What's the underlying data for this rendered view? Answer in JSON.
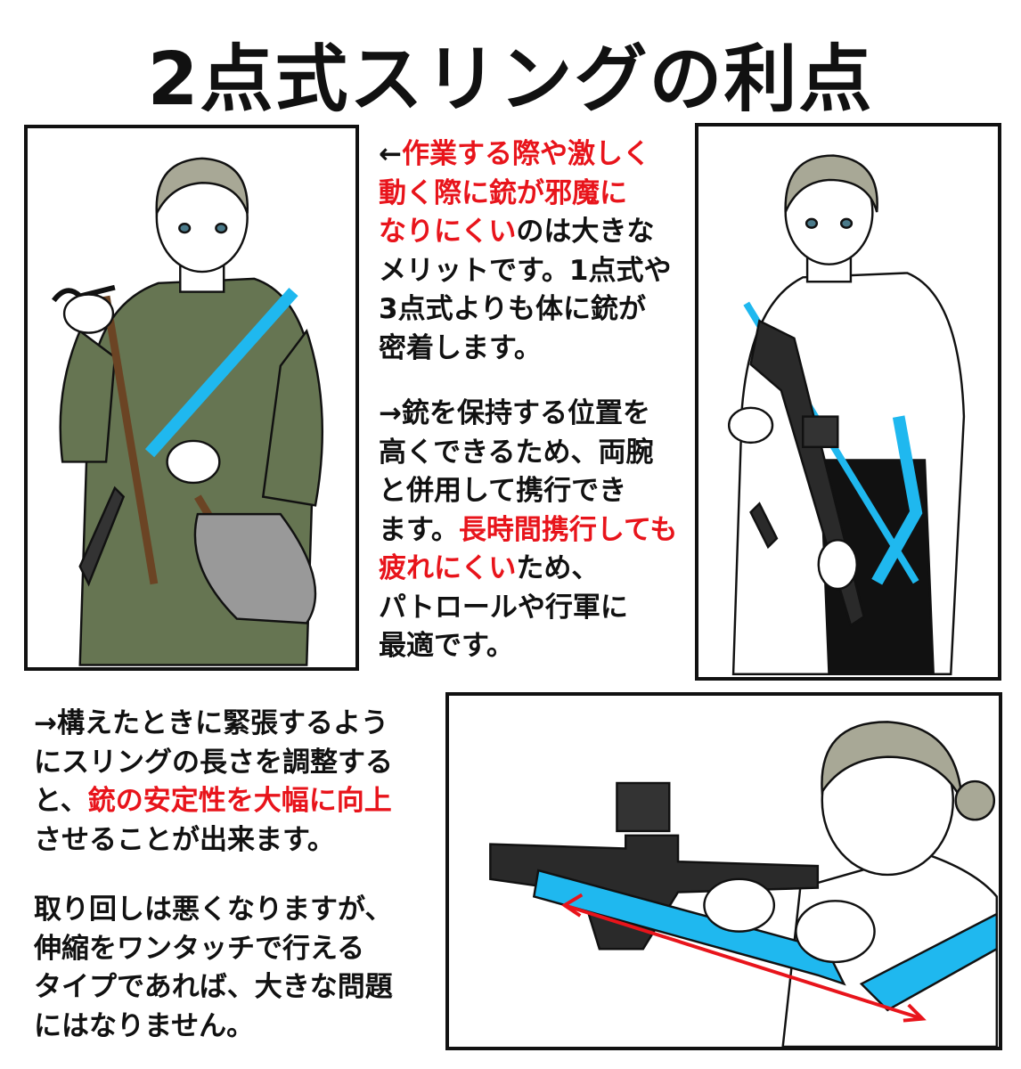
{
  "title": "2点式スリングの利点",
  "colors": {
    "accent_red": "#e8141b",
    "sling_blue": "#1fb8ef",
    "uniform_green": "#667552",
    "text": "#111111"
  },
  "blocks": [
    {
      "name": "text-block-work",
      "lines": [
        [
          {
            "t": "←"
          },
          {
            "t": "作業する際や激しく",
            "red": true
          }
        ],
        [
          {
            "t": "動く際に銃が邪魔に",
            "red": true
          }
        ],
        [
          {
            "t": "なりにくい",
            "red": true
          },
          {
            "t": "のは大きな"
          }
        ],
        [
          {
            "t": "メリットです。1点式や"
          }
        ],
        [
          {
            "t": "3点式よりも体に銃が"
          }
        ],
        [
          {
            "t": "密着します。"
          }
        ]
      ]
    },
    {
      "name": "text-block-carry",
      "lines": [
        [
          {
            "t": "→銃を保持する位置を"
          }
        ],
        [
          {
            "t": "高くできるため、両腕"
          }
        ],
        [
          {
            "t": "と併用して携行でき"
          }
        ],
        [
          {
            "t": "ます。"
          },
          {
            "t": "長時間携行しても",
            "red": true
          }
        ],
        [
          {
            "t": "疲れにくい",
            "red": true
          },
          {
            "t": "ため、"
          }
        ],
        [
          {
            "t": "パトロールや行軍に"
          }
        ],
        [
          {
            "t": "最適です。"
          }
        ]
      ]
    },
    {
      "name": "text-block-stability",
      "lines": [
        [
          {
            "t": "→構えたときに緊張するよう"
          }
        ],
        [
          {
            "t": "にスリングの長さを調整する"
          }
        ],
        [
          {
            "t": "と、"
          },
          {
            "t": "銃の安定性を大幅に向上",
            "red": true
          }
        ],
        [
          {
            "t": "させることが出来ます。"
          }
        ]
      ]
    },
    {
      "name": "text-block-handling",
      "lines": [
        [
          {
            "t": "取り回しは悪くなりますが、"
          }
        ],
        [
          {
            "t": "伸縮をワンタッチで行える"
          }
        ],
        [
          {
            "t": "タイプであれば、大きな問題"
          }
        ],
        [
          {
            "t": "にはなりません。"
          }
        ]
      ]
    }
  ]
}
